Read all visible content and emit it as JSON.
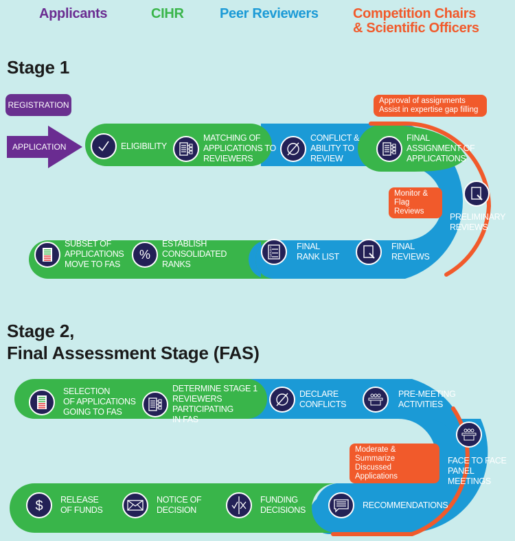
{
  "legend": {
    "applicants": "Applicants",
    "cihr": "CIHR",
    "peer_reviewers": "Peer Reviewers",
    "chairs_line1": "Competition Chairs",
    "chairs_line2": "& Scientific Officers"
  },
  "colors": {
    "applicants": "#6a2c91",
    "cihr": "#39b54a",
    "peer_reviewers": "#1b9ad6",
    "chairs": "#f15a2b",
    "icon_bg": "#232156",
    "background": "#cbecec"
  },
  "stage1": {
    "title": "Stage 1",
    "registration": "REGISTRATION",
    "application": "APPLICATION",
    "notes": {
      "approval_line1": "Approval of assignments",
      "approval_line2": "Assist in expertise gap filling",
      "monitor_line1": "Monitor &",
      "monitor_line2": "Flag Reviews"
    },
    "steps": [
      {
        "icon": "checkmark-icon",
        "lines": [
          "ELIGIBILITY"
        ]
      },
      {
        "icon": "matching-diagram-icon",
        "lines": [
          "MATCHING OF",
          "APPLICATIONS TO",
          "REVIEWERS"
        ]
      },
      {
        "icon": "conflict-slash-icon",
        "lines": [
          "CONFLICT &",
          "ABILITY TO",
          "REVIEW"
        ]
      },
      {
        "icon": "matching-diagram-icon",
        "lines": [
          "FINAL",
          "ASSIGNMENT OF",
          "APPLICATIONS"
        ]
      },
      {
        "icon": "review-document-icon",
        "lines": [
          "PRELIMINARY",
          "REVIEWS"
        ]
      },
      {
        "icon": "review-document-icon",
        "lines": [
          "FINAL",
          "REVIEWS"
        ]
      },
      {
        "icon": "numbered-list-icon",
        "lines": [
          "FINAL",
          "RANK LIST"
        ]
      },
      {
        "icon": "percent-icon",
        "lines": [
          "ESTABLISH",
          "CONSOLIDATED",
          "RANKS"
        ]
      },
      {
        "icon": "application-subset-icon",
        "lines": [
          "SUBSET OF",
          "APPLICATIONS",
          "MOVE TO FAS"
        ]
      }
    ]
  },
  "stage2": {
    "title_line1": "Stage 2,",
    "title_line2": "Final Assessment Stage (FAS)",
    "notes": {
      "moderate_line1": "Moderate & Summarize",
      "moderate_line2": "Discussed Applications"
    },
    "steps": [
      {
        "icon": "application-subset-icon",
        "lines": [
          "SELECTION",
          "OF APPLICATIONS",
          "GOING TO FAS"
        ]
      },
      {
        "icon": "matching-diagram-icon",
        "lines": [
          "DETERMINE STAGE 1",
          "REVIEWERS",
          "PARTICIPATING",
          "IN FAS"
        ]
      },
      {
        "icon": "conflict-slash-icon",
        "lines": [
          "DECLARE",
          "CONFLICTS"
        ]
      },
      {
        "icon": "panel-meeting-icon",
        "lines": [
          "PRE-MEETING",
          "ACTIVITIES"
        ]
      },
      {
        "icon": "panel-meeting-icon",
        "lines": [
          "FACE TO FACE",
          "PANEL",
          "MEETINGS"
        ]
      },
      {
        "icon": "speech-bubble-icon",
        "lines": [
          "RECOMMENDATIONS"
        ]
      },
      {
        "icon": "check-cross-icon",
        "lines": [
          "FUNDING",
          "DECISIONS"
        ]
      },
      {
        "icon": "envelope-icon",
        "lines": [
          "NOTICE OF",
          "DECISION"
        ]
      },
      {
        "icon": "dollar-icon",
        "lines": [
          "RELEASE",
          "OF FUNDS"
        ]
      }
    ]
  }
}
